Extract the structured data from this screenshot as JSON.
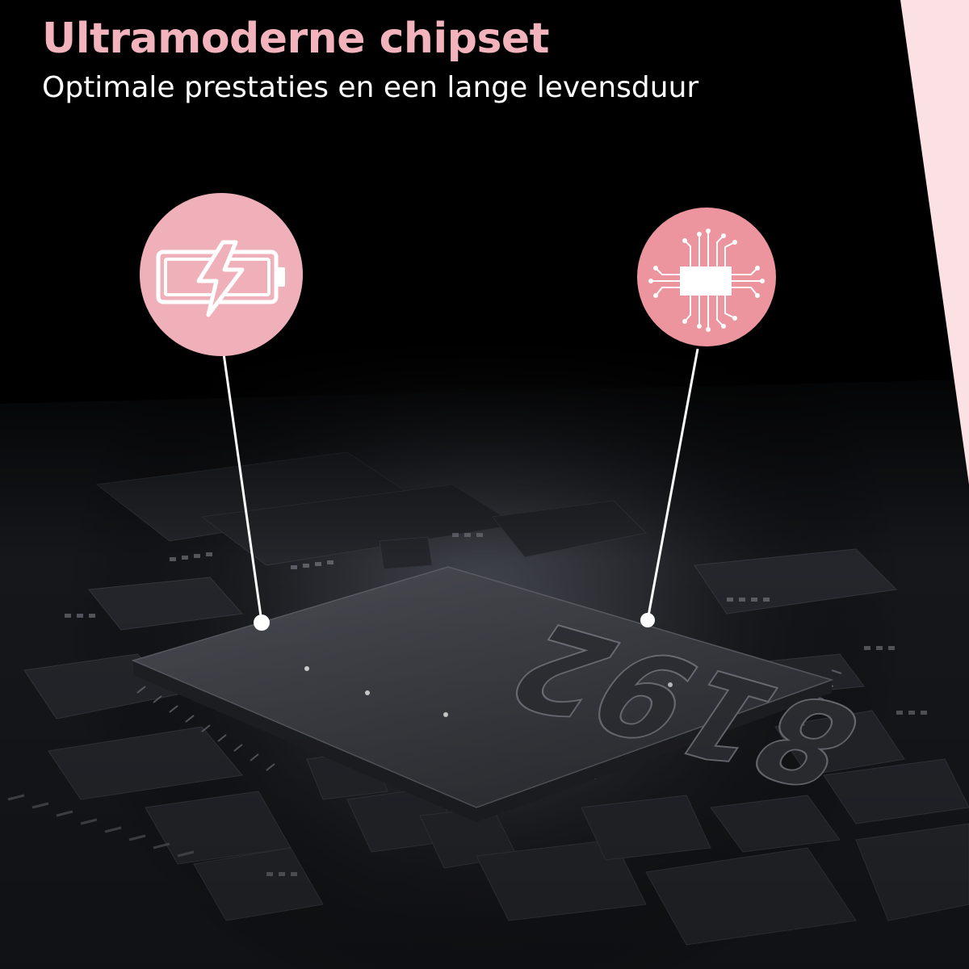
{
  "header": {
    "title": "Ultramoderne chipset",
    "subtitle": "Optimale prestaties en een lange levensduur"
  },
  "chip": {
    "label": "8192"
  },
  "callouts": [
    {
      "icon": "battery-charging-icon"
    },
    {
      "icon": "processor-circuit-icon"
    }
  ],
  "colors": {
    "background": "#000000",
    "accent_pink": "#f2b3bc",
    "battery_circle": "#efb0b9",
    "chip_circle": "#ec959f",
    "corner_pink": "#fbe1e4",
    "subtitle": "#ffffff",
    "board": "#1d1f23",
    "chip_face": "#3a3c42"
  }
}
